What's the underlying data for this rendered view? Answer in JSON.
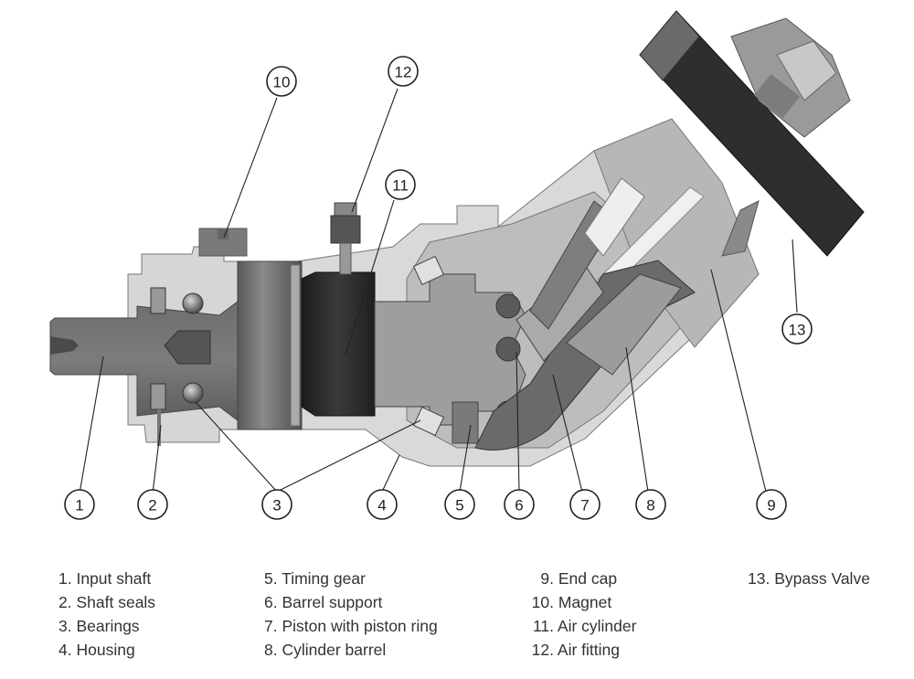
{
  "figure": {
    "subject": "Bent-axis hydraulic pump/motor cross-section",
    "callouts": [
      {
        "n": "1"
      },
      {
        "n": "2"
      },
      {
        "n": "3"
      },
      {
        "n": "4"
      },
      {
        "n": "5"
      },
      {
        "n": "6"
      },
      {
        "n": "7"
      },
      {
        "n": "8"
      },
      {
        "n": "9"
      },
      {
        "n": "10"
      },
      {
        "n": "11"
      },
      {
        "n": "12"
      },
      {
        "n": "13"
      }
    ]
  },
  "legend": {
    "columns": [
      [
        {
          "num": "1.",
          "label": "Input shaft"
        },
        {
          "num": "2.",
          "label": "Shaft seals"
        },
        {
          "num": "3.",
          "label": "Bearings"
        },
        {
          "num": "4.",
          "label": "Housing"
        }
      ],
      [
        {
          "num": "5.",
          "label": "Timing gear"
        },
        {
          "num": "6.",
          "label": "Barrel support"
        },
        {
          "num": "7.",
          "label": "Piston with piston ring"
        },
        {
          "num": "8.",
          "label": "Cylinder barrel"
        }
      ],
      [
        {
          "num": "9.",
          "label": "End cap"
        },
        {
          "num": "10.",
          "label": "Magnet"
        },
        {
          "num": "11.",
          "label": "Air cylinder"
        },
        {
          "num": "12.",
          "label": "Air fitting"
        }
      ],
      [
        {
          "num": "13.",
          "label": "Bypass Valve"
        }
      ]
    ]
  }
}
